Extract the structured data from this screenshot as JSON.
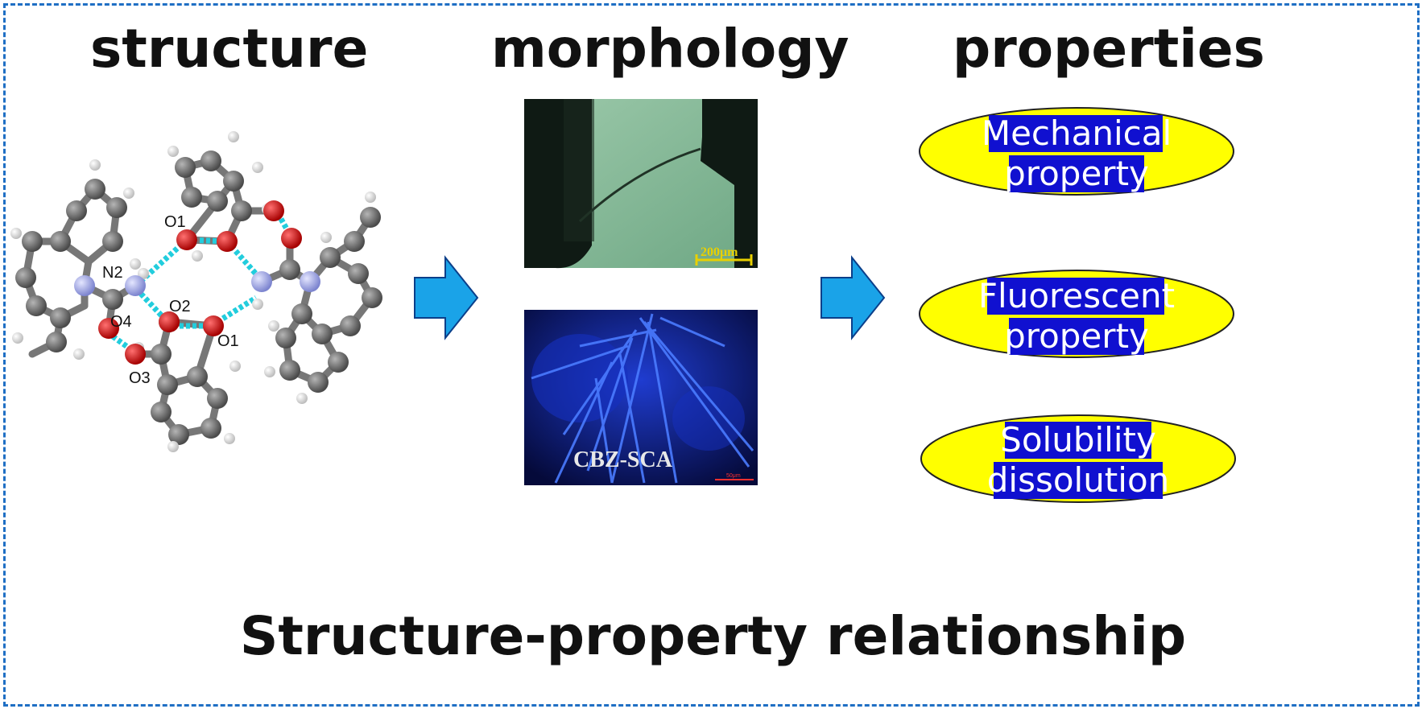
{
  "headers": {
    "structure": "structure",
    "morphology": "morphology",
    "properties": "properties"
  },
  "structure_labels": {
    "o1_top": "O1",
    "n2": "N2",
    "o2": "O2",
    "o4": "O4",
    "o1_right": "O1",
    "o3": "O3"
  },
  "micrographs": {
    "top_scale_bar": "200μm",
    "bottom_caption": "CBZ-SCA",
    "bottom_scale_bar": "50μm"
  },
  "properties": [
    {
      "line1": "Mechanical",
      "line2": "property"
    },
    {
      "line1": "Fluorescent",
      "line2": "property"
    },
    {
      "line1": "Solubility",
      "line2": "dissolution"
    }
  ],
  "footer": "Structure-property relationship",
  "colors": {
    "frame": "#1f6fc4",
    "arrow": "#1aa3e8",
    "oval_fill": "#ffff00",
    "label_bg": "#1010d0",
    "carbon": "#6b6b6b",
    "oxygen": "#d41010",
    "nitrogen": "#9aa0e0",
    "hbond": "#22cddd"
  }
}
